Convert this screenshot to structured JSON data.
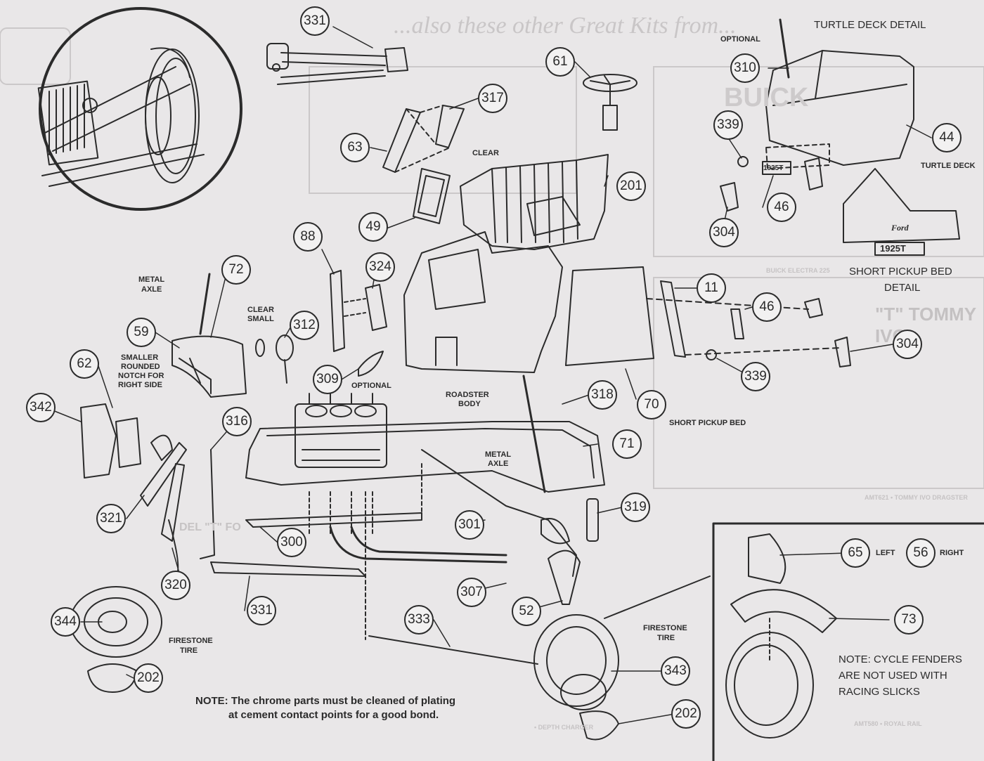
{
  "background_text": {
    "header_script": "...also these other Great Kits from...",
    "buick": "BUICK",
    "tv_tommy": "\"T\" TOMMY IVO",
    "amt621": "AMT621 • TOMMY IVO DRAGSTER",
    "model_t_heading": "DEL \"T\" FO",
    "amt580": "AMT580 • ROYAL RAIL",
    "depth_charger": "• DEPTH CHARGER",
    "buick_caption": "BUICK ELECTRA 225"
  },
  "labels": {
    "turtle_deck_detail": "TURTLE DECK DETAIL",
    "optional_top": "OPTIONAL",
    "turtle_deck": "TURTLE DECK",
    "short_pickup_bed_detail_1": "SHORT PICKUP BED",
    "short_pickup_bed_detail_2": "DETAIL",
    "short_pickup_bed": "SHORT PICKUP BED",
    "clear": "CLEAR",
    "clear_small_1": "CLEAR",
    "clear_small_2": "SMALL",
    "metal_axle_left_1": "METAL",
    "metal_axle_left_2": "AXLE",
    "smaller_notch_1": "SMALLER",
    "smaller_notch_2": "ROUNDED",
    "smaller_notch_3": "NOTCH FOR",
    "smaller_notch_4": "RIGHT SIDE",
    "optional_309": "OPTIONAL",
    "roadster_body_1": "ROADSTER",
    "roadster_body_2": "BODY",
    "metal_axle_center_1": "METAL",
    "metal_axle_center_2": "AXLE",
    "firestone_left_1": "FIRESTONE",
    "firestone_left_2": "TIRE",
    "firestone_right_1": "FIRESTONE",
    "firestone_right_2": "TIRE",
    "left": "LEFT",
    "right": "RIGHT",
    "plate_1": "1925T",
    "plate_2": "1925T",
    "ford": "Ford"
  },
  "notes": {
    "chrome_line1": "NOTE: The chrome parts must be cleaned of plating",
    "chrome_line2": "at cement contact points for a good bond.",
    "cycle_line1": "NOTE: CYCLE FENDERS",
    "cycle_line2": "ARE NOT USED WITH",
    "cycle_line3": "RACING SLICKS"
  },
  "callouts": {
    "c331_top": "331",
    "c61": "61",
    "c317": "317",
    "c310": "310",
    "c44": "44",
    "c339_top": "339",
    "c63": "63",
    "c201": "201",
    "c46_top": "46",
    "c304_top": "304",
    "c49": "49",
    "c88": "88",
    "c324": "324",
    "c72": "72",
    "c11": "11",
    "c46_mid": "46",
    "c304_mid": "304",
    "c59": "59",
    "c312": "312",
    "c339_mid": "339",
    "c62": "62",
    "c309": "309",
    "c70": "70",
    "c342": "342",
    "c318": "318",
    "c316": "316",
    "c71": "71",
    "c319": "319",
    "c321": "321",
    "c301": "301",
    "c65": "65",
    "c56": "56",
    "c300": "300",
    "c307": "307",
    "c320": "320",
    "c331_bot": "331",
    "c52": "52",
    "c73": "73",
    "c344": "344",
    "c333": "333",
    "c343": "343",
    "c202_left": "202",
    "c202_right": "202"
  },
  "colors": {
    "ink": "#2b2b2b",
    "paper": "#e9e7e8",
    "ghost": "#c9c6c7"
  }
}
